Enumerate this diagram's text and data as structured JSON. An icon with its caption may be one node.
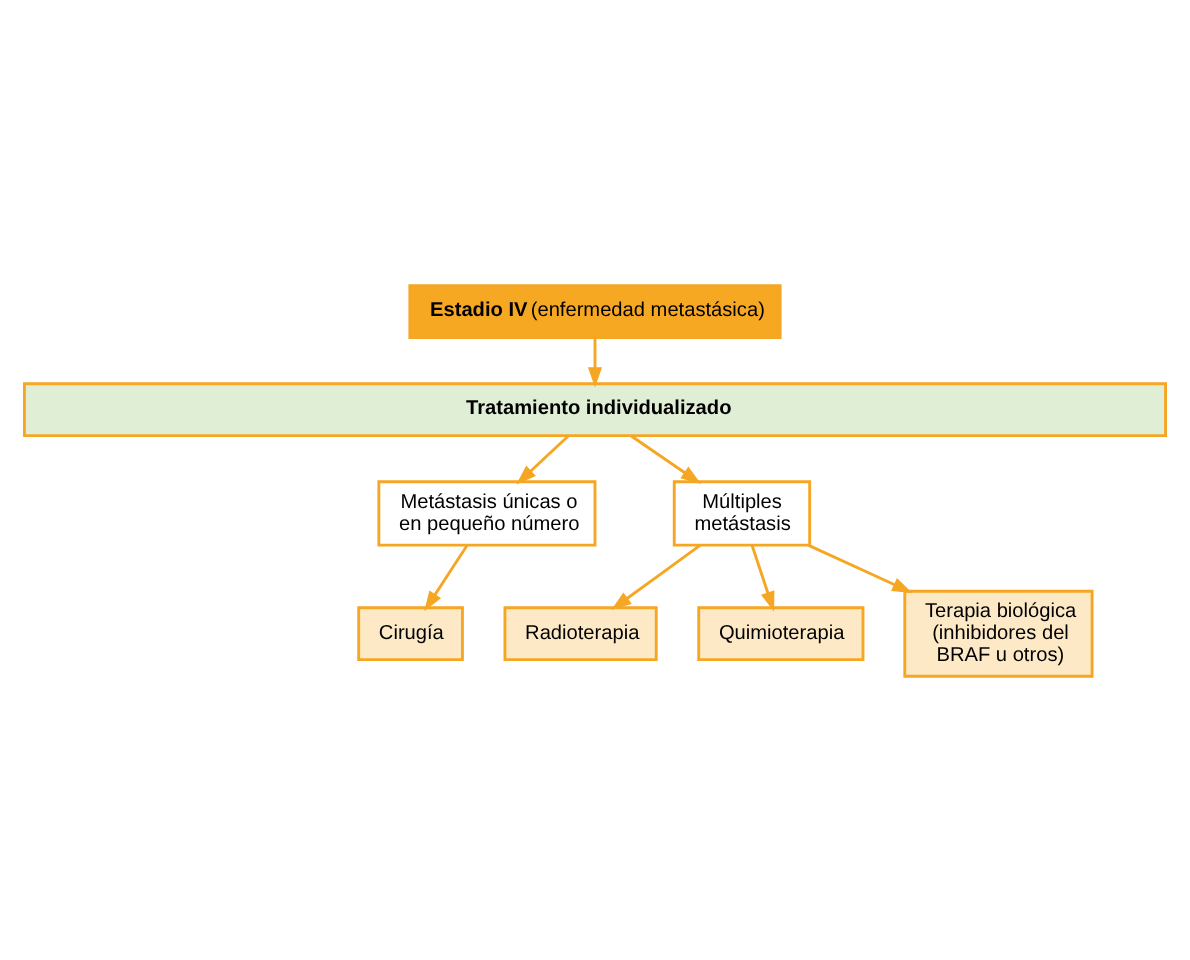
{
  "diagram": {
    "nodes": [
      {
        "text": [
          "**Estadio IV** (enfermedad metastásica)"
        ]
      },
      {
        "text": [
          "**Tratamiento individualizado**"
        ]
      },
      {
        "text": [
          "Metástasis únicas o en pequeño número"
        ]
      },
      {
        "text": [
          "Múltiples metástasis"
        ]
      },
      {
        "text": [
          "Cirugía"
        ]
      },
      {
        "text": [
          "Radioterapia"
        ]
      },
      {
        "text": [
          "Quimioterapia"
        ]
      },
      {
        "text": [
          "Terapia biológica (inhibidores del BRAF u otros)"
        ]
      }
    ],
    "edges": [
      {
        "from": 0,
        "to": 1,
        "arrow": "to"
      },
      {
        "from": 1,
        "to": 2,
        "arrow": "to"
      },
      {
        "from": 1,
        "to": 3,
        "arrow": "to"
      },
      {
        "from": 2,
        "to": 4,
        "arrow": "to"
      },
      {
        "from": 3,
        "to": 5,
        "arrow": "to"
      },
      {
        "from": 3,
        "to": 6,
        "arrow": "to"
      },
      {
        "from": 3,
        "to": 7,
        "arrow": "to"
      }
    ]
  }
}
